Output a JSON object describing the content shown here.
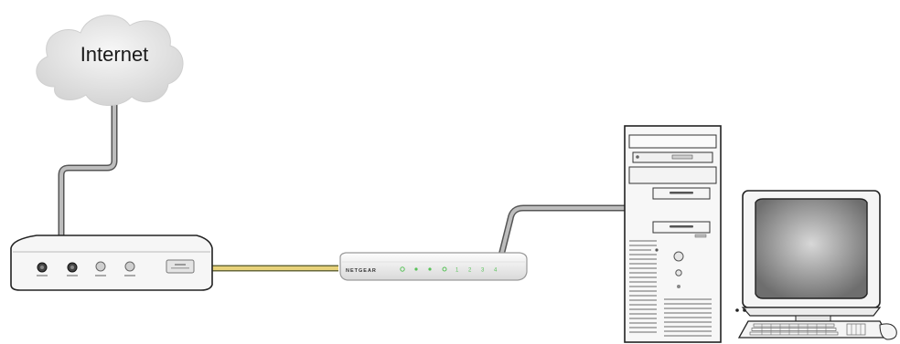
{
  "cloud": {
    "label": "Internet"
  },
  "router": {
    "brand": "NETGEAR",
    "ports": [
      "1",
      "2",
      "3",
      "4"
    ]
  },
  "colors": {
    "cable_gray": "#9a9a9a",
    "cable_yellow": "#e8d27a",
    "router_led": "#58c258",
    "device_body": "#f4f4f4",
    "outline": "#222222"
  }
}
